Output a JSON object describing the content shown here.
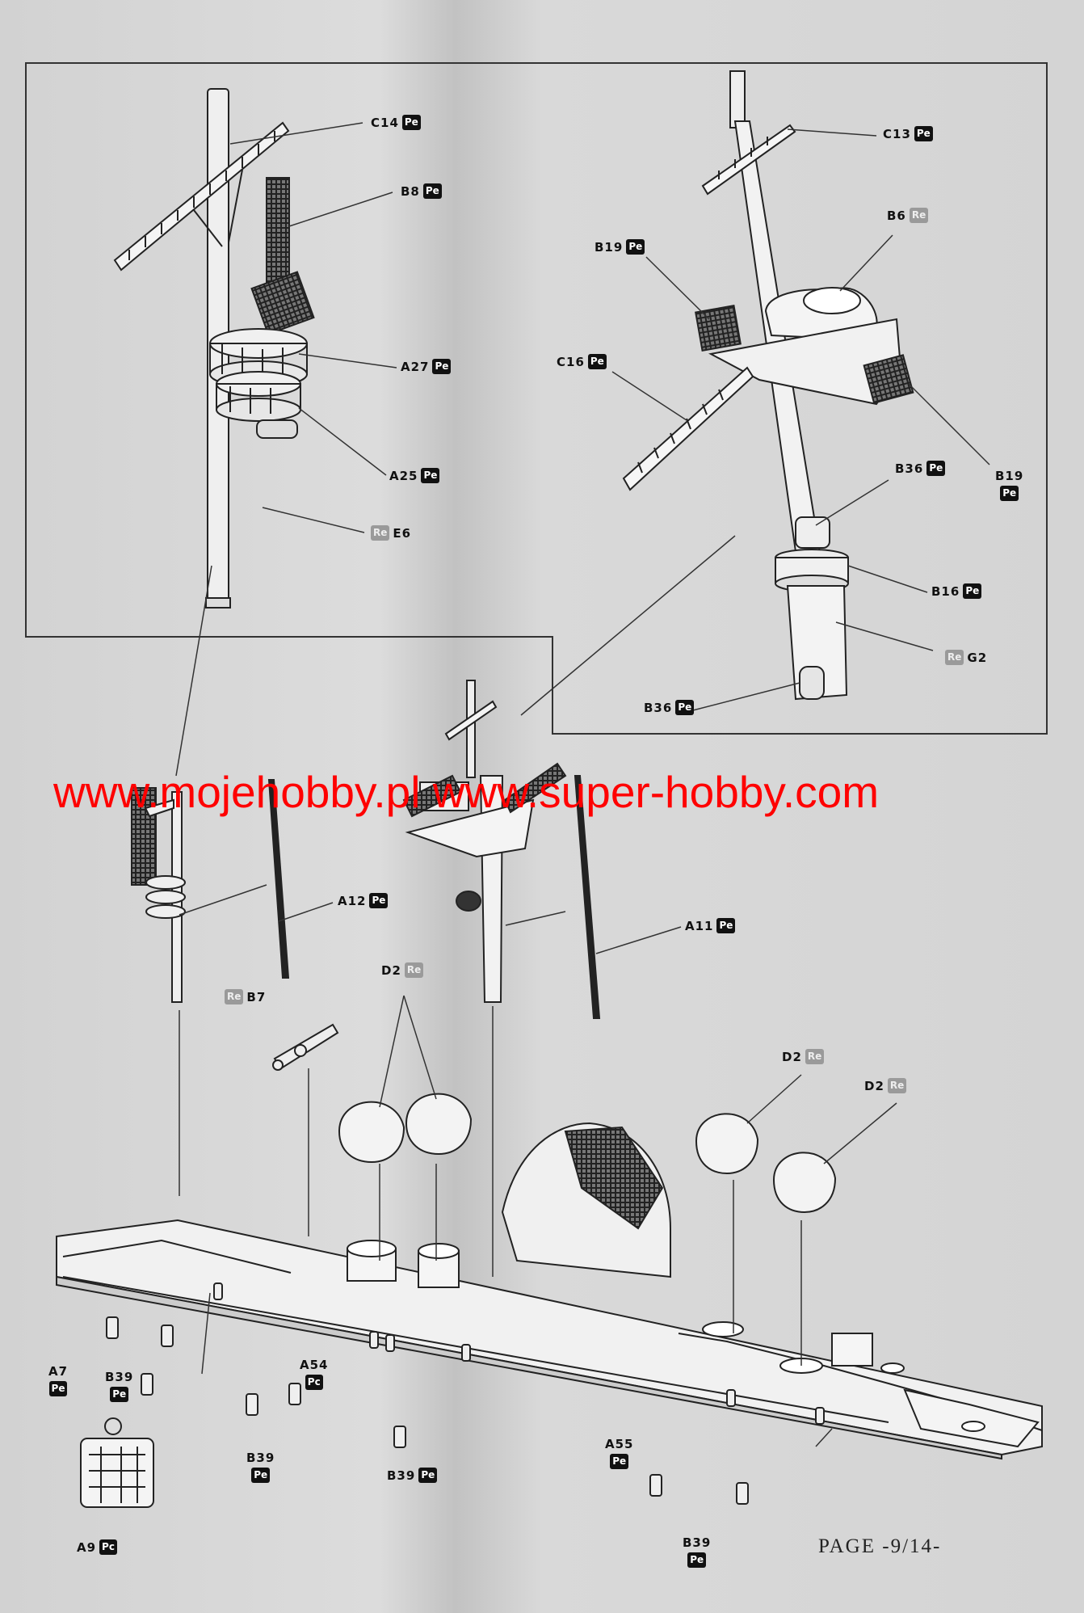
{
  "watermark": "www.mojehobby.pl www.super-hobby.com",
  "page": "PAGE -9/14-",
  "labels": [
    {
      "id": "c14",
      "code": "C14",
      "tag": "Pe",
      "order": "code-first"
    },
    {
      "id": "b8",
      "code": "B8",
      "tag": "Pe",
      "order": "code-first"
    },
    {
      "id": "a27",
      "code": "A27",
      "tag": "Pe",
      "order": "code-first"
    },
    {
      "id": "a25",
      "code": "A25",
      "tag": "Pe",
      "order": "code-first"
    },
    {
      "id": "e6",
      "code": "E6",
      "tag": "Re",
      "order": "tag-first"
    },
    {
      "id": "c13",
      "code": "C13",
      "tag": "Pe",
      "order": "code-first"
    },
    {
      "id": "b6",
      "code": "B6",
      "tag": "Re",
      "order": "code-first"
    },
    {
      "id": "b19a",
      "code": "B19",
      "tag": "Pe",
      "order": "code-first"
    },
    {
      "id": "c16",
      "code": "C16",
      "tag": "Pe",
      "order": "code-first"
    },
    {
      "id": "b19b",
      "code": "B19",
      "tag": "Pe",
      "order": "stacked"
    },
    {
      "id": "b36a",
      "code": "B36",
      "tag": "Pe",
      "order": "code-first"
    },
    {
      "id": "b16",
      "code": "B16",
      "tag": "Pe",
      "order": "code-first"
    },
    {
      "id": "g2",
      "code": "G2",
      "tag": "Re",
      "order": "tag-first"
    },
    {
      "id": "b36b",
      "code": "B36",
      "tag": "Pe",
      "order": "code-first"
    },
    {
      "id": "a12",
      "code": "A12",
      "tag": "Pe",
      "order": "code-first"
    },
    {
      "id": "a11",
      "code": "A11",
      "tag": "Pe",
      "order": "code-first"
    },
    {
      "id": "b7",
      "code": "B7",
      "tag": "Re",
      "order": "tag-first"
    },
    {
      "id": "d2a",
      "code": "D2",
      "tag": "Re",
      "order": "code-first"
    },
    {
      "id": "d2b",
      "code": "D2",
      "tag": "Re",
      "order": "code-first"
    },
    {
      "id": "d2c",
      "code": "D2",
      "tag": "Re",
      "order": "code-first"
    },
    {
      "id": "a7",
      "code": "A7",
      "tag": "Pe",
      "order": "stacked"
    },
    {
      "id": "b39a",
      "code": "B39",
      "tag": "Pe",
      "order": "stacked"
    },
    {
      "id": "a54",
      "code": "A54",
      "tag": "Pc",
      "order": "stacked"
    },
    {
      "id": "b39b",
      "code": "B39",
      "tag": "Pe",
      "order": "stacked"
    },
    {
      "id": "b39c",
      "code": "B39",
      "tag": "Pe",
      "order": "code-first"
    },
    {
      "id": "a55",
      "code": "A55",
      "tag": "Pe",
      "order": "stacked"
    },
    {
      "id": "b39d",
      "code": "B39",
      "tag": "Pe",
      "order": "stacked"
    },
    {
      "id": "a9",
      "code": "A9",
      "tag": "Pc",
      "order": "code-first"
    }
  ]
}
